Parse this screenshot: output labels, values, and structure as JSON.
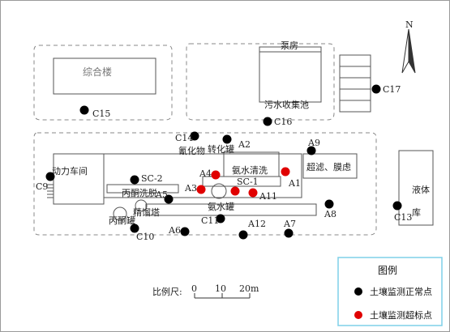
{
  "buildings": {
    "zonghe": "综合楼",
    "bengfang": "泵房",
    "wushui": "污水收集池",
    "donglijian": "动力车间",
    "qinghuawu": "氰化物",
    "zhuanhua": "转化罐",
    "anshui_qingxi": "氨水清洗",
    "bingtong_xituo": "丙酮洗脱",
    "jingliu_ta": "精馏塔",
    "bingtong_guan": "丙酮罐",
    "anshui_guan": "氨水罐",
    "chaolv": "超滤、膜虑",
    "yeti": "液体",
    "ku": "库"
  },
  "points": [
    {
      "id": "C15",
      "status": "normal"
    },
    {
      "id": "C16",
      "status": "normal"
    },
    {
      "id": "C17",
      "status": "normal"
    },
    {
      "id": "C14",
      "status": "normal"
    },
    {
      "id": "A2",
      "status": "normal"
    },
    {
      "id": "A9",
      "status": "normal"
    },
    {
      "id": "A4",
      "status": "exceed"
    },
    {
      "id": "A1",
      "status": "exceed"
    },
    {
      "id": "A3",
      "status": "exceed"
    },
    {
      "id": "SC-1",
      "status": "exceed"
    },
    {
      "id": "A11",
      "status": "exceed"
    },
    {
      "id": "SC-2",
      "status": "normal"
    },
    {
      "id": "A5",
      "status": "normal"
    },
    {
      "id": "C9",
      "status": "normal"
    },
    {
      "id": "C11",
      "status": "normal"
    },
    {
      "id": "A8",
      "status": "normal"
    },
    {
      "id": "C13",
      "status": "normal"
    },
    {
      "id": "C10",
      "status": "normal"
    },
    {
      "id": "A6",
      "status": "normal"
    },
    {
      "id": "A12",
      "status": "normal"
    },
    {
      "id": "A7",
      "status": "normal"
    }
  ],
  "scale": {
    "label": "比例尺:",
    "ticks": [
      "0",
      "10",
      "20m"
    ]
  },
  "north": "N",
  "legend": {
    "title": "图例",
    "normal_label": "土壤监测正常点",
    "exceed_label": "土壤监测超标点",
    "normal_color": "#000000",
    "exceed_color": "#e00000"
  }
}
